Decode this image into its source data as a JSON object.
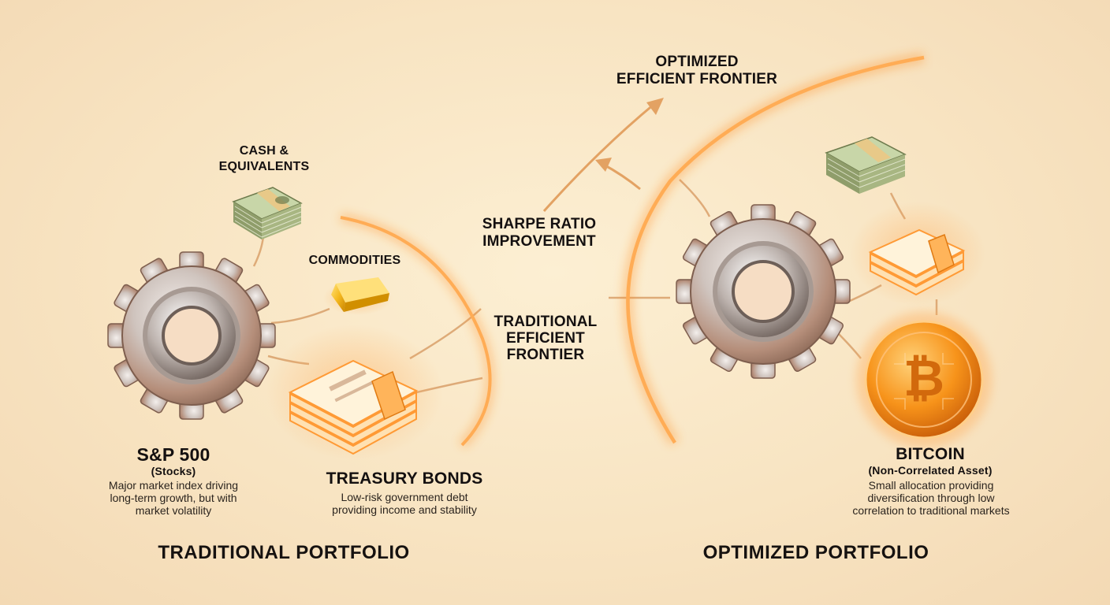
{
  "cash": {
    "line1": "CASH &",
    "line2": "EQUIVALENTS"
  },
  "commodities": {
    "label": "COMMODITIES"
  },
  "sp500": {
    "title": "S&P 500",
    "subtitle": "(Stocks)",
    "desc1": "Major market index driving",
    "desc2": "long-term growth, but with",
    "desc3": "market volatility"
  },
  "bonds": {
    "title": "TREASURY BONDS",
    "desc1": "Low-risk government debt",
    "desc2": "providing income and stability"
  },
  "sharpe": {
    "line1": "SHARPE RATIO",
    "line2": "IMPROVEMENT"
  },
  "traditional_frontier": {
    "line1": "TRADITIONAL",
    "line2": "EFFICIENT",
    "line3": "FRONTIER"
  },
  "optimized_frontier": {
    "line1": "OPTIMIZED",
    "line2": "EFFICIENT FRONTIER"
  },
  "bitcoin": {
    "title": "BITCOIN",
    "subtitle": "(Non-Correlated Asset)",
    "desc1": "Small allocation providing",
    "desc2": "diversification through low",
    "desc3": "correlation to traditional markets"
  },
  "sections": {
    "traditional": "TRADITIONAL PORTFOLIO",
    "optimized": "OPTIMIZED PORTFOLIO"
  },
  "colors": {
    "glow": "#ff8a1e",
    "connector": "#d9a06a",
    "gear": "#c9c2bd",
    "gold": "#f2b21a"
  }
}
